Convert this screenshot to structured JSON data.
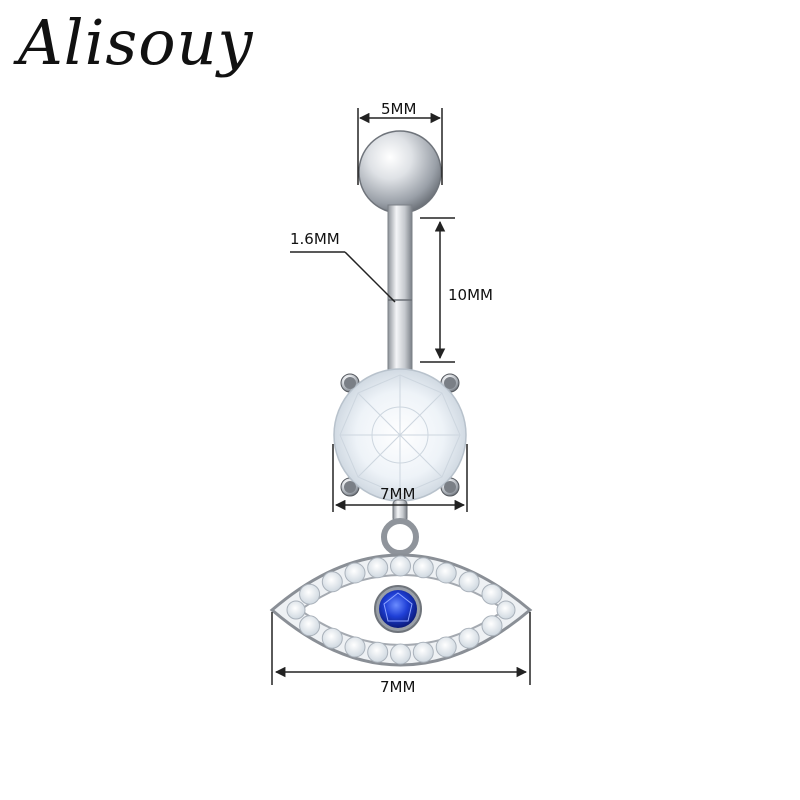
{
  "brand": {
    "logo_text": "Alisouy"
  },
  "dimensions": {
    "ball_diameter": "5MM",
    "bar_gauge": "1.6MM",
    "bar_length": "10MM",
    "gem_width": "7MM",
    "charm_width": "7MM"
  },
  "colors": {
    "background": "#ffffff",
    "metal": "#c9ccd1",
    "metal_dark": "#7d828a",
    "crystal": "#eef3f8",
    "accent_gem": "#1f3fd6",
    "dimension_line": "#222222"
  }
}
